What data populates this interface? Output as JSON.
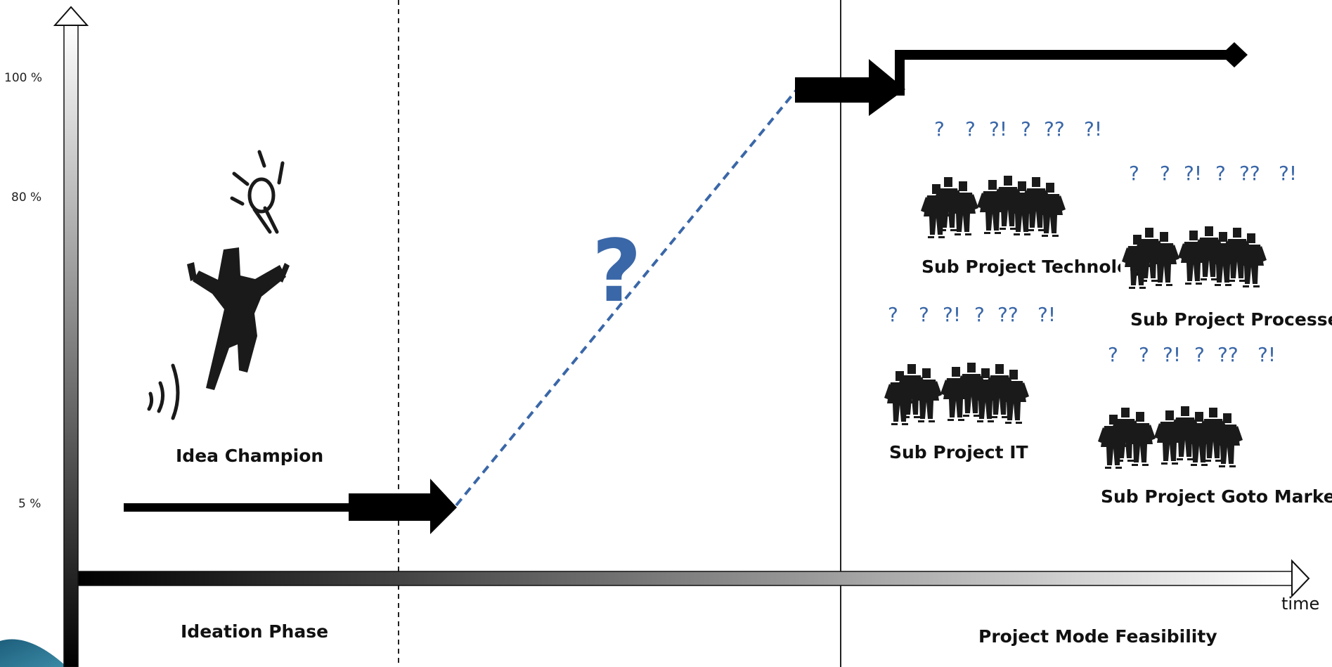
{
  "y_axis": {
    "ticks": [
      "100 %",
      "80 %",
      "5 %"
    ]
  },
  "x_axis": {
    "label": "time"
  },
  "phases": {
    "ideation": "Ideation Phase",
    "project_mode": "Project Mode  Feasibility"
  },
  "idea_champion": {
    "label": "Idea Champion"
  },
  "middle": {
    "question": "?"
  },
  "sub_projects": [
    {
      "label": "Sub Project Technolog",
      "questions": [
        "?",
        "?",
        "?!",
        "?",
        "??",
        "?!"
      ]
    },
    {
      "label": "Sub Project Processes",
      "questions": [
        "?",
        "?",
        "?!",
        "?",
        "??",
        "?!"
      ]
    },
    {
      "label": "Sub Project IT",
      "questions": [
        "?",
        "?",
        "?!",
        "?",
        "??",
        "?!"
      ]
    },
    {
      "label": "Sub Project Goto Market",
      "questions": [
        "?",
        "?",
        "?!",
        "?",
        "??",
        "?!"
      ]
    }
  ],
  "colors": {
    "accent": "#3a67a8",
    "ink": "#111111",
    "corner": "#2b6f8c"
  }
}
